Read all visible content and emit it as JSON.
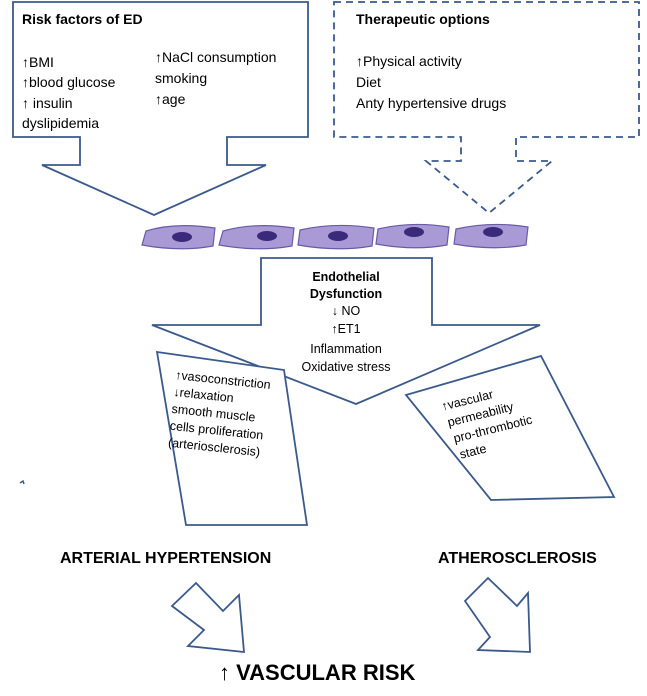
{
  "risk_factors": {
    "title": "Risk factors of ED",
    "col1": [
      "↑BMI",
      "↑blood glucose",
      "↑ insulin",
      "dyslipidemia"
    ],
    "col2": [
      "↑NaCl consumption",
      "smoking",
      "↑age"
    ]
  },
  "therapeutic": {
    "title": "Therapeutic  options",
    "items": [
      "↑Physical activity",
      "Diet",
      "Anty hypertensive drugs"
    ]
  },
  "endothelial": {
    "title_line1": "Endothelial",
    "title_line2": "Dysfunction",
    "items": [
      "↓ NO",
      "↑ET1",
      "Inflammation",
      "Oxidative  stress"
    ]
  },
  "left_effects": [
    "↑vasoconstriction",
    "↓relaxation",
    "smooth muscle",
    "cells proliferation",
    "(arteriosclerosis)"
  ],
  "right_effects": [
    "↑vascular",
    "permeability",
    "pro-thrombotic",
    "state"
  ],
  "outcomes": {
    "left": "ARTERIAL HYPERTENSION",
    "right": "ATHEROSCLEROSIS",
    "final": "↑ VASCULAR RISK"
  },
  "colors": {
    "stroke": "#3b5a8c",
    "cell_fill": "#a99ad6",
    "cell_stroke": "#6a5aa8",
    "nucleus": "#3a2a7a"
  }
}
